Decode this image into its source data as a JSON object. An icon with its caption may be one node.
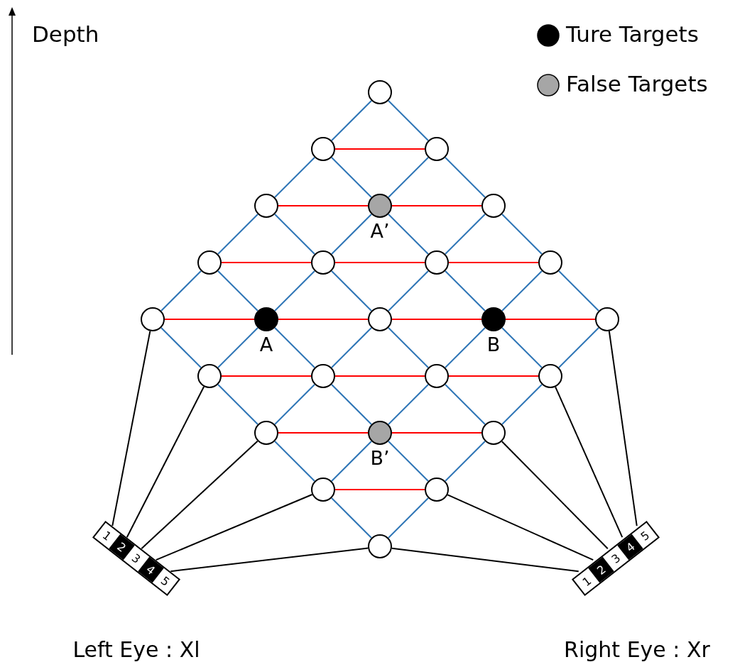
{
  "diagram": {
    "nodes": [
      {
        "text": [],
        "shape": "circle"
      },
      {
        "text": [],
        "shape": "circle"
      },
      {
        "text": [],
        "shape": "circle"
      },
      {
        "text": [],
        "shape": "circle"
      },
      {
        "text": [],
        "shape": "circle",
        "beside": [
          "A’"
        ]
      },
      {
        "text": [],
        "shape": "circle"
      },
      {
        "text": [],
        "shape": "circle"
      },
      {
        "text": [],
        "shape": "circle"
      },
      {
        "text": [],
        "shape": "circle"
      },
      {
        "text": [],
        "shape": "circle"
      },
      {
        "text": [],
        "shape": "circle"
      },
      {
        "text": [],
        "shape": "circle",
        "beside": [
          "A"
        ]
      },
      {
        "text": [],
        "shape": "circle"
      },
      {
        "text": [],
        "shape": "circle",
        "beside": [
          "B"
        ]
      },
      {
        "text": [],
        "shape": "circle"
      },
      {
        "text": [],
        "shape": "circle"
      },
      {
        "text": [],
        "shape": "circle"
      },
      {
        "text": [],
        "shape": "circle"
      },
      {
        "text": [],
        "shape": "circle"
      },
      {
        "text": [],
        "shape": "circle"
      },
      {
        "text": [],
        "shape": "circle",
        "beside": [
          "B’"
        ]
      },
      {
        "text": [],
        "shape": "circle"
      },
      {
        "text": [],
        "shape": "circle"
      },
      {
        "text": [],
        "shape": "circle"
      },
      {
        "text": [],
        "shape": "circle"
      },
      {
        "text": [
          "Left Eye : Xl"
        ]
      },
      {
        "text": [
          "1"
        ],
        "in": 25
      },
      {
        "text": [
          "2"
        ],
        "in": 25
      },
      {
        "text": [
          "3"
        ],
        "in": 25
      },
      {
        "text": [
          "4"
        ],
        "in": 25
      },
      {
        "text": [
          "5"
        ],
        "in": 25
      },
      {
        "text": [
          "Right Eye : Xr"
        ]
      },
      {
        "text": [
          "1"
        ],
        "in": 31
      },
      {
        "text": [
          "2"
        ],
        "in": 31
      },
      {
        "text": [
          "3"
        ],
        "in": 31
      },
      {
        "text": [
          "4"
        ],
        "in": 31
      },
      {
        "text": [
          "5"
        ],
        "in": 31
      }
    ],
    "edges": [
      {
        "from": 0,
        "to": 1,
        "arrow": "none"
      },
      {
        "from": 0,
        "to": 2,
        "arrow": "none"
      },
      {
        "from": 1,
        "to": 3,
        "arrow": "none"
      },
      {
        "from": 1,
        "to": 4,
        "arrow": "none"
      },
      {
        "from": 2,
        "to": 4,
        "arrow": "none"
      },
      {
        "from": 2,
        "to": 5,
        "arrow": "none"
      },
      {
        "from": 3,
        "to": 6,
        "arrow": "none"
      },
      {
        "from": 3,
        "to": 7,
        "arrow": "none"
      },
      {
        "from": 4,
        "to": 7,
        "arrow": "none"
      },
      {
        "from": 4,
        "to": 8,
        "arrow": "none"
      },
      {
        "from": 5,
        "to": 8,
        "arrow": "none"
      },
      {
        "from": 5,
        "to": 9,
        "arrow": "none"
      },
      {
        "from": 6,
        "to": 10,
        "arrow": "none"
      },
      {
        "from": 6,
        "to": 11,
        "arrow": "none"
      },
      {
        "from": 7,
        "to": 11,
        "arrow": "none"
      },
      {
        "from": 7,
        "to": 12,
        "arrow": "none"
      },
      {
        "from": 8,
        "to": 12,
        "arrow": "none"
      },
      {
        "from": 8,
        "to": 13,
        "arrow": "none"
      },
      {
        "from": 9,
        "to": 13,
        "arrow": "none"
      },
      {
        "from": 9,
        "to": 14,
        "arrow": "none"
      },
      {
        "from": 10,
        "to": 15,
        "arrow": "none"
      },
      {
        "from": 11,
        "to": 15,
        "arrow": "none"
      },
      {
        "from": 11,
        "to": 16,
        "arrow": "none"
      },
      {
        "from": 12,
        "to": 16,
        "arrow": "none"
      },
      {
        "from": 12,
        "to": 17,
        "arrow": "none"
      },
      {
        "from": 13,
        "to": 17,
        "arrow": "none"
      },
      {
        "from": 13,
        "to": 18,
        "arrow": "none"
      },
      {
        "from": 14,
        "to": 18,
        "arrow": "none"
      },
      {
        "from": 15,
        "to": 19,
        "arrow": "none"
      },
      {
        "from": 16,
        "to": 19,
        "arrow": "none"
      },
      {
        "from": 16,
        "to": 20,
        "arrow": "none"
      },
      {
        "from": 17,
        "to": 20,
        "arrow": "none"
      },
      {
        "from": 17,
        "to": 21,
        "arrow": "none"
      },
      {
        "from": 18,
        "to": 21,
        "arrow": "none"
      },
      {
        "from": 19,
        "to": 22,
        "arrow": "none"
      },
      {
        "from": 20,
        "to": 22,
        "arrow": "none"
      },
      {
        "from": 20,
        "to": 23,
        "arrow": "none"
      },
      {
        "from": 21,
        "to": 23,
        "arrow": "none"
      },
      {
        "from": 22,
        "to": 24,
        "arrow": "none"
      },
      {
        "from": 23,
        "to": 24,
        "arrow": "none"
      },
      {
        "from": 1,
        "to": 2,
        "arrow": "none",
        "color": "#ff0000"
      },
      {
        "from": 3,
        "to": 4,
        "arrow": "none",
        "color": "#ff0000"
      },
      {
        "from": 4,
        "to": 5,
        "arrow": "none",
        "color": "#ff0000"
      },
      {
        "from": 6,
        "to": 7,
        "arrow": "none",
        "color": "#ff0000"
      },
      {
        "from": 7,
        "to": 8,
        "arrow": "none",
        "color": "#ff0000"
      },
      {
        "from": 8,
        "to": 9,
        "arrow": "none",
        "color": "#ff0000"
      },
      {
        "from": 10,
        "to": 11,
        "arrow": "none",
        "color": "#ff0000"
      },
      {
        "from": 11,
        "to": 12,
        "arrow": "none",
        "color": "#ff0000"
      },
      {
        "from": 12,
        "to": 13,
        "arrow": "none",
        "color": "#ff0000"
      },
      {
        "from": 13,
        "to": 14,
        "arrow": "none",
        "color": "#ff0000"
      },
      {
        "from": 15,
        "to": 16,
        "arrow": "none",
        "color": "#ff0000"
      },
      {
        "from": 16,
        "to": 17,
        "arrow": "none",
        "color": "#ff0000"
      },
      {
        "from": 17,
        "to": 18,
        "arrow": "none",
        "color": "#ff0000"
      },
      {
        "from": 19,
        "to": 20,
        "arrow": "none",
        "color": "#ff0000"
      },
      {
        "from": 20,
        "to": 21,
        "arrow": "none",
        "color": "#ff0000"
      },
      {
        "from": 22,
        "to": 23,
        "arrow": "none",
        "color": "#ff0000"
      },
      {
        "from": 26,
        "to": 10,
        "arrow": "none",
        "color": "#000000"
      },
      {
        "from": 27,
        "to": 15,
        "arrow": "none",
        "color": "#000000"
      },
      {
        "from": 28,
        "to": 19,
        "arrow": "none",
        "color": "#000000"
      },
      {
        "from": 29,
        "to": 22,
        "arrow": "none",
        "color": "#000000"
      },
      {
        "from": 30,
        "to": 24,
        "arrow": "none",
        "color": "#000000"
      },
      {
        "from": 32,
        "to": 24,
        "arrow": "none",
        "color": "#000000"
      },
      {
        "from": 33,
        "to": 23,
        "arrow": "none",
        "color": "#000000"
      },
      {
        "from": 34,
        "to": 21,
        "arrow": "none",
        "color": "#000000"
      },
      {
        "from": 35,
        "to": 18,
        "arrow": "none",
        "color": "#000000"
      },
      {
        "from": 36,
        "to": 14,
        "arrow": "none",
        "color": "#000000"
      }
    ],
    "labels": [
      "Depth"
    ],
    "legend": [
      {
        "text": "Ture Targets",
        "color": "#000000"
      },
      {
        "text": "False Targets",
        "color": "#a6a6a6"
      }
    ]
  }
}
